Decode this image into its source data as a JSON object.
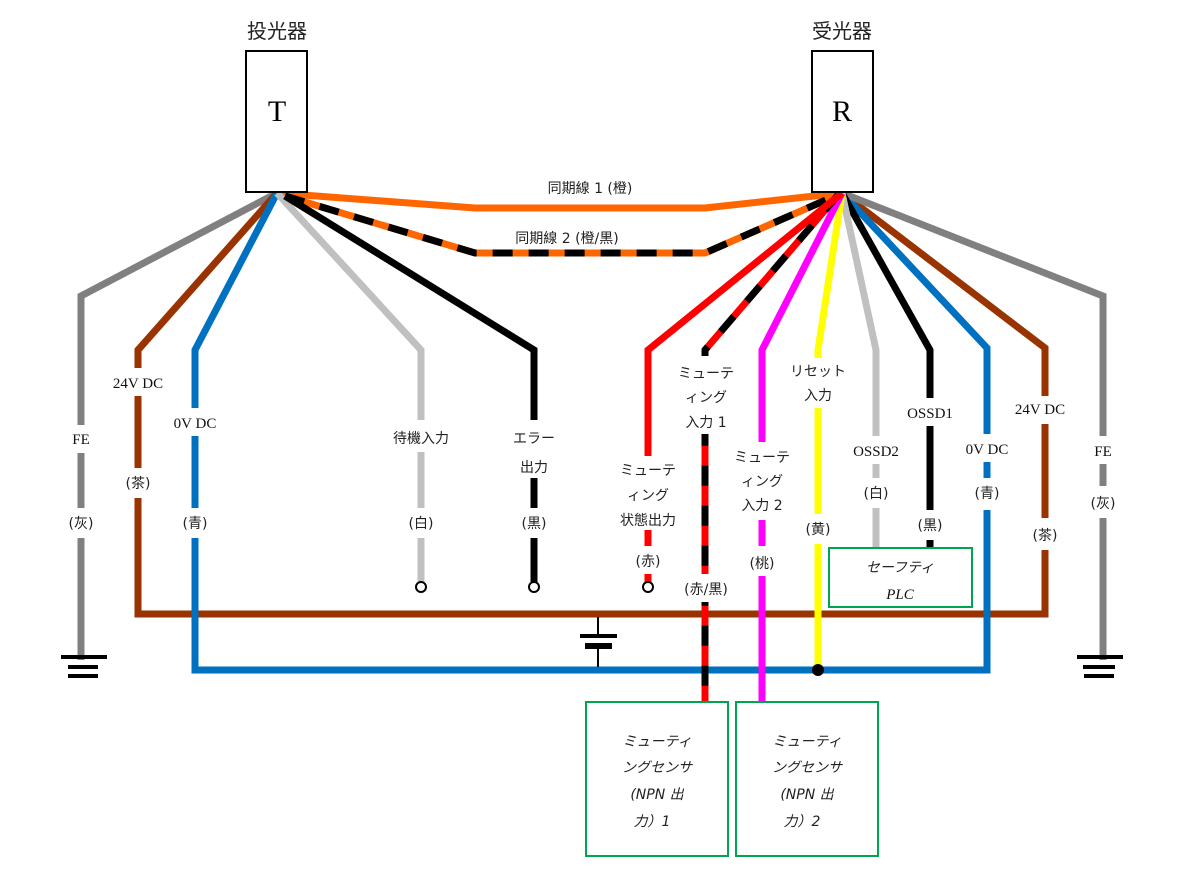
{
  "colors": {
    "orange": "#ff6600",
    "black": "#000000",
    "gray": "#808080",
    "brown": "#993300",
    "blue": "#0070c0",
    "white_wire": "#c0c0c0",
    "red": "#ff0000",
    "pink": "#ff00ff",
    "yellow": "#ffff00",
    "green_box": "#00a550"
  },
  "emitter": {
    "title": "投光器",
    "letter": "T"
  },
  "receiver": {
    "title": "受光器",
    "letter": "R"
  },
  "sync_lines": [
    {
      "label": "同期線 1 (橙)",
      "color": "orange"
    },
    {
      "label": "同期線 2 (橙/黒)",
      "color": "orange-black"
    }
  ],
  "emitter_wires": [
    {
      "id": "fe",
      "name": "FE",
      "color_label": "(灰)"
    },
    {
      "id": "24v",
      "name": "24V DC",
      "color_label": "(茶)"
    },
    {
      "id": "0v",
      "name": "0V DC",
      "color_label": "(青)"
    },
    {
      "id": "standby",
      "name": "待機入力",
      "color_label": "(白)"
    },
    {
      "id": "error",
      "name_lines": [
        "エラー",
        "出力"
      ],
      "color_label": "(黒)"
    }
  ],
  "receiver_wires": [
    {
      "id": "muting-status",
      "name_lines": [
        "ミューテ",
        "ィング",
        "状態出力"
      ],
      "color_label": "(赤)"
    },
    {
      "id": "muting-in1",
      "name_lines": [
        "ミューテ",
        "ィング",
        "入力 1"
      ],
      "color_label": "(赤/黒)"
    },
    {
      "id": "muting-in2",
      "name_lines": [
        "ミューテ",
        "ィング",
        "入力 2"
      ],
      "color_label": "(桃)"
    },
    {
      "id": "reset",
      "name_lines": [
        "リセット",
        "入力"
      ],
      "color_label": "(黄)"
    },
    {
      "id": "ossd2",
      "name": "OSSD2",
      "color_label": "(白)"
    },
    {
      "id": "ossd1",
      "name": "OSSD1",
      "color_label": "(黒)"
    },
    {
      "id": "0v",
      "name": "0V DC",
      "color_label": "(青)"
    },
    {
      "id": "24v",
      "name": "24V DC",
      "color_label": "(茶)"
    },
    {
      "id": "fe",
      "name": "FE",
      "color_label": "(灰)"
    }
  ],
  "devices": {
    "safety_plc": {
      "lines": [
        "セーフティ",
        "PLC"
      ]
    },
    "muting_sensor_1": {
      "lines": [
        "ミューティ",
        "ングセンサ",
        "(NPN 出",
        "力）1"
      ]
    },
    "muting_sensor_2": {
      "lines": [
        "ミューティ",
        "ングセンサ",
        "(NPN 出",
        "力）2"
      ]
    }
  }
}
